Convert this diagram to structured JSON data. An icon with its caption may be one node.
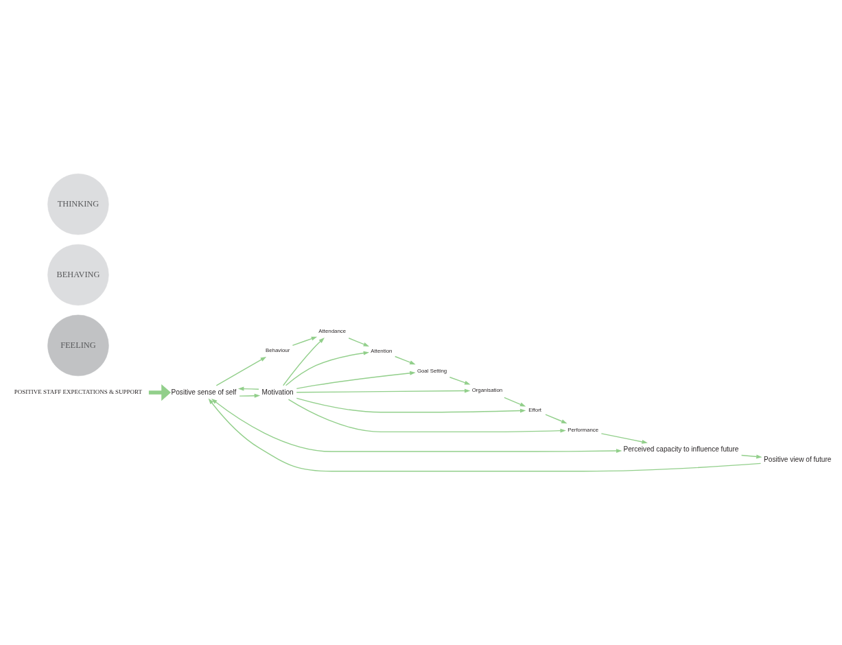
{
  "diagram": {
    "nodes": [
      {
        "text": [
          "POSITIVE STAFF EXPECTATIONS & SUPPORT"
        ]
      },
      {
        "text": [
          "Behaviour"
        ]
      },
      {
        "text": [
          "Attendance"
        ]
      },
      {
        "text": [
          "Attention"
        ]
      },
      {
        "text": [
          "Motivation"
        ]
      },
      {
        "text": [
          "FEELING"
        ]
      },
      {
        "text": [
          "Goal Setting"
        ]
      },
      {
        "text": [
          "Positive sense of self"
        ]
      },
      {
        "text": [
          "Organisation"
        ]
      },
      {
        "text": [
          "BEHAVING"
        ]
      },
      {
        "text": [
          "THINKING"
        ]
      },
      {
        "text": [
          "Effort"
        ]
      },
      {
        "text": [
          "Performance"
        ]
      },
      {
        "text": [
          "Positive view of future"
        ]
      },
      {
        "text": [
          "Perceived capacity to influence future"
        ]
      }
    ],
    "edges": [
      {
        "from": 0,
        "to": 7,
        "arrow": "to",
        "style": "thick"
      },
      {
        "from": 7,
        "to": 1,
        "arrow": "to"
      },
      {
        "from": 1,
        "to": 2,
        "arrow": "to"
      },
      {
        "from": 2,
        "to": 3,
        "arrow": "to"
      },
      {
        "from": 3,
        "to": 6,
        "arrow": "to"
      },
      {
        "from": 6,
        "to": 8,
        "arrow": "to"
      },
      {
        "from": 8,
        "to": 11,
        "arrow": "to"
      },
      {
        "from": 11,
        "to": 12,
        "arrow": "to"
      },
      {
        "from": 12,
        "to": 14,
        "arrow": "to"
      },
      {
        "from": 14,
        "to": 13,
        "arrow": "to"
      },
      {
        "from": 13,
        "to": 7,
        "arrow": "to"
      },
      {
        "from": 7,
        "to": 4,
        "arrow": "to"
      },
      {
        "from": 4,
        "to": 7,
        "arrow": "to"
      },
      {
        "from": 7,
        "to": 14,
        "arrow": "both"
      },
      {
        "from": 4,
        "to": 2,
        "arrow": "to"
      },
      {
        "from": 4,
        "to": 3,
        "arrow": "to"
      },
      {
        "from": 4,
        "to": 6,
        "arrow": "to"
      },
      {
        "from": 4,
        "to": 8,
        "arrow": "to"
      },
      {
        "from": 4,
        "to": 11,
        "arrow": "to"
      },
      {
        "from": 4,
        "to": 12,
        "arrow": "to"
      }
    ]
  }
}
